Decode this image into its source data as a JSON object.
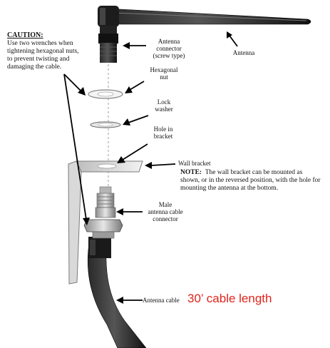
{
  "caution": {
    "title": "CAUTION:",
    "body": "Use two wrenches when tightening hexagonal nuts, to prevent twisting and damaging the cable."
  },
  "labels": {
    "antenna_connector": [
      "Antenna",
      "connector",
      "(screw type)"
    ],
    "antenna": "Antenna",
    "hex_nut": [
      "Hexagonal",
      "nut"
    ],
    "lock_washer": [
      "Lock",
      "washer"
    ],
    "hole_in_bracket": [
      "Hole in",
      "bracket"
    ],
    "wall_bracket": "Wall bracket",
    "male_connector": [
      "Male",
      "antenna cable",
      "connector"
    ],
    "antenna_cable": "Antenna cable"
  },
  "note": {
    "title": "NOTE:",
    "body": "The wall bracket can be mounted as shown, or in the reversed position, with the hole for mounting the antenna at the bottom."
  },
  "cable_length": "30’ cable length",
  "colors": {
    "cable_length_text": "#e0231b",
    "ink": "#111111"
  }
}
